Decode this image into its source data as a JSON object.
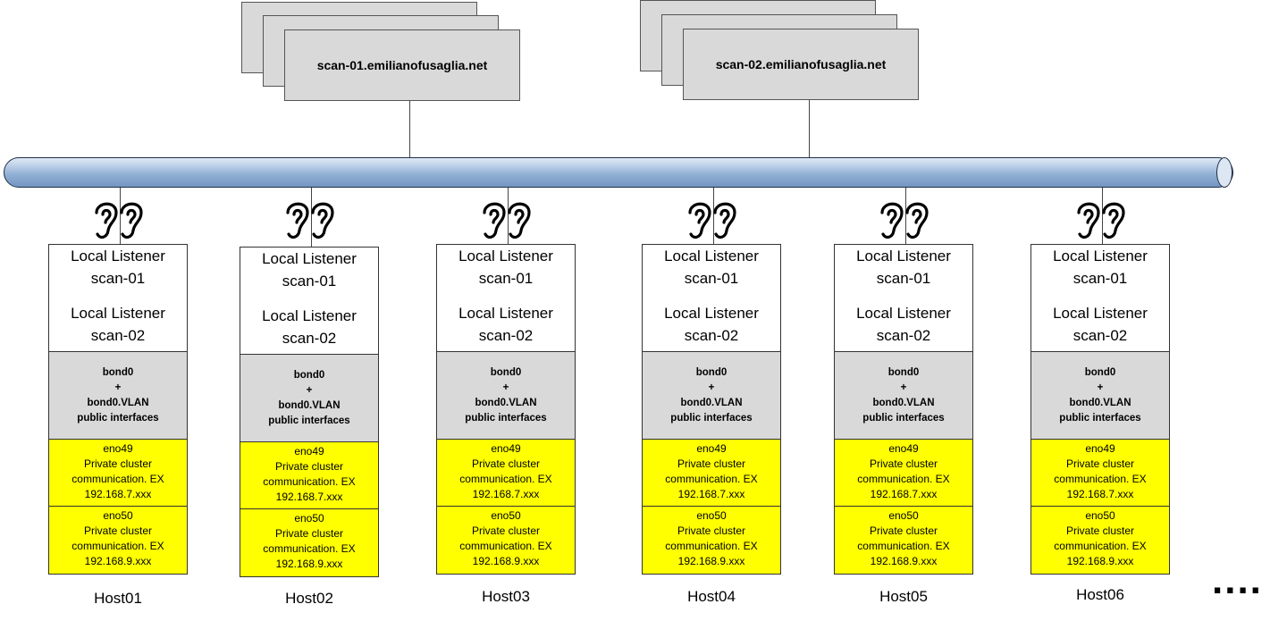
{
  "scan_servers": [
    {
      "name": "scan-01.emilianofusaglia.net"
    },
    {
      "name": "scan-02.emilianofusaglia.net"
    }
  ],
  "hosts": [
    {
      "name": "Host01",
      "listener1": "Local Listener",
      "scan1": "scan-01",
      "listener2": "Local Listener",
      "scan2": "scan-02",
      "bond": [
        "bond0",
        "+",
        "bond0.VLAN",
        "public interfaces"
      ],
      "eno49": [
        "eno49",
        "Private cluster",
        "communication. EX",
        "192.168.7.xxx"
      ],
      "eno50": [
        "eno50",
        "Private cluster",
        "communication. EX",
        "192.168.9.xxx"
      ]
    },
    {
      "name": "Host02",
      "listener1": "Local Listener",
      "scan1": "scan-01",
      "listener2": "Local Listener",
      "scan2": "scan-02",
      "bond": [
        "bond0",
        "+",
        "bond0.VLAN",
        "public interfaces"
      ],
      "eno49": [
        "eno49",
        "Private cluster",
        "communication. EX",
        "192.168.7.xxx"
      ],
      "eno50": [
        "eno50",
        "Private cluster",
        "communication. EX",
        "192.168.9.xxx"
      ]
    },
    {
      "name": "Host03",
      "listener1": "Local Listener",
      "scan1": "scan-01",
      "listener2": "Local Listener",
      "scan2": "scan-02",
      "bond": [
        "bond0",
        "+",
        "bond0.VLAN",
        "public interfaces"
      ],
      "eno49": [
        "eno49",
        "Private cluster",
        "communication. EX",
        "192.168.7.xxx"
      ],
      "eno50": [
        "eno50",
        "Private cluster",
        "communication. EX",
        "192.168.9.xxx"
      ]
    },
    {
      "name": "Host04",
      "listener1": "Local Listener",
      "scan1": "scan-01",
      "listener2": "Local Listener",
      "scan2": "scan-02",
      "bond": [
        "bond0",
        "+",
        "bond0.VLAN",
        "public interfaces"
      ],
      "eno49": [
        "eno49",
        "Private cluster",
        "communication. EX",
        "192.168.7.xxx"
      ],
      "eno50": [
        "eno50",
        "Private cluster",
        "communication. EX",
        "192.168.9.xxx"
      ]
    },
    {
      "name": "Host05",
      "listener1": "Local Listener",
      "scan1": "scan-01",
      "listener2": "Local Listener",
      "scan2": "scan-02",
      "bond": [
        "bond0",
        "+",
        "bond0.VLAN",
        "public interfaces"
      ],
      "eno49": [
        "eno49",
        "Private cluster",
        "communication. EX",
        "192.168.7.xxx"
      ],
      "eno50": [
        "eno50",
        "Private cluster",
        "communication. EX",
        "192.168.9.xxx"
      ]
    },
    {
      "name": "Host06",
      "listener1": "Local Listener",
      "scan1": "scan-01",
      "listener2": "Local Listener",
      "scan2": "scan-02",
      "bond": [
        "bond0",
        "+",
        "bond0.VLAN",
        "public interfaces"
      ],
      "eno49": [
        "eno49",
        "Private cluster",
        "communication. EX",
        "192.168.7.xxx"
      ],
      "eno50": [
        "eno50",
        "Private cluster",
        "communication. EX",
        "192.168.9.xxx"
      ]
    }
  ],
  "continuation": "...."
}
